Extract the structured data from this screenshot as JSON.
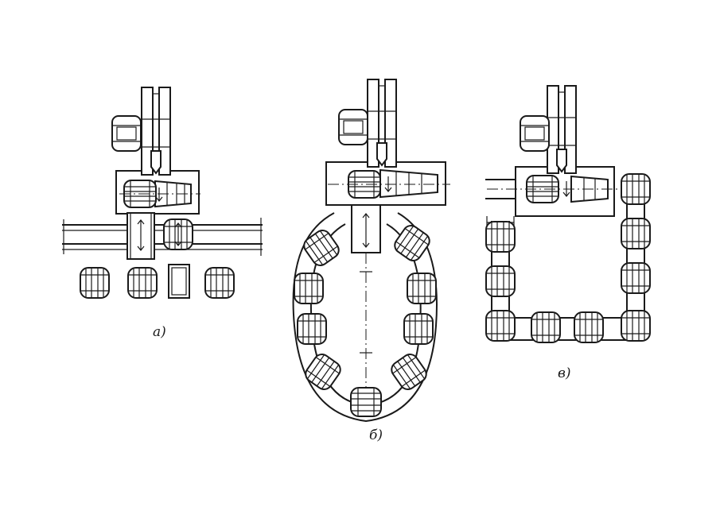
{
  "captions": {
    "a": "а)",
    "b": "б)",
    "v": "в)"
  },
  "colors": {
    "ink": "#1a1a1a",
    "paper": "#ffffff"
  }
}
